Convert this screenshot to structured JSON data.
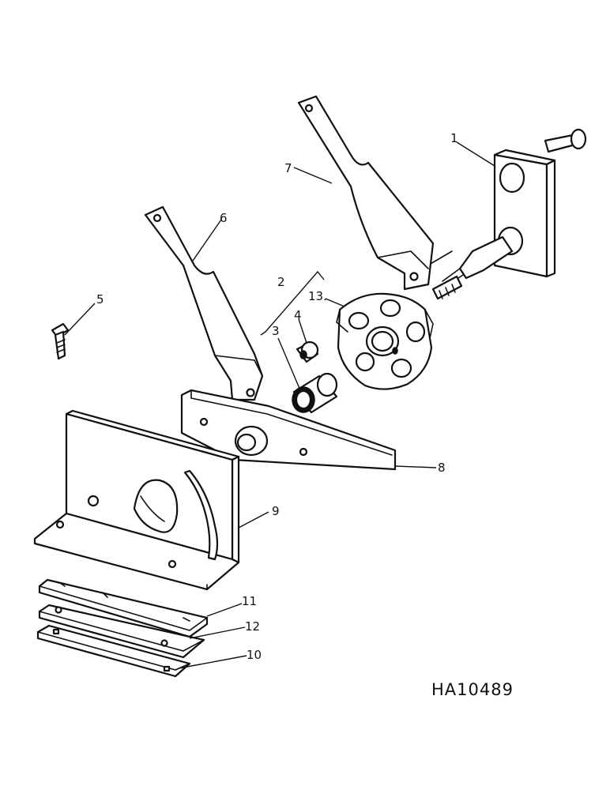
{
  "labels": {
    "p1": "1",
    "p2": "2",
    "p3": "3",
    "p4": "4",
    "p5": "5",
    "p6": "6",
    "p7": "7",
    "p8": "8",
    "p9": "9",
    "p10": "10",
    "p11": "11",
    "p12": "12",
    "p13": "13."
  },
  "drawing_code": "HA10489",
  "colors": {
    "ink": "#111111",
    "paper": "#ffffff"
  }
}
